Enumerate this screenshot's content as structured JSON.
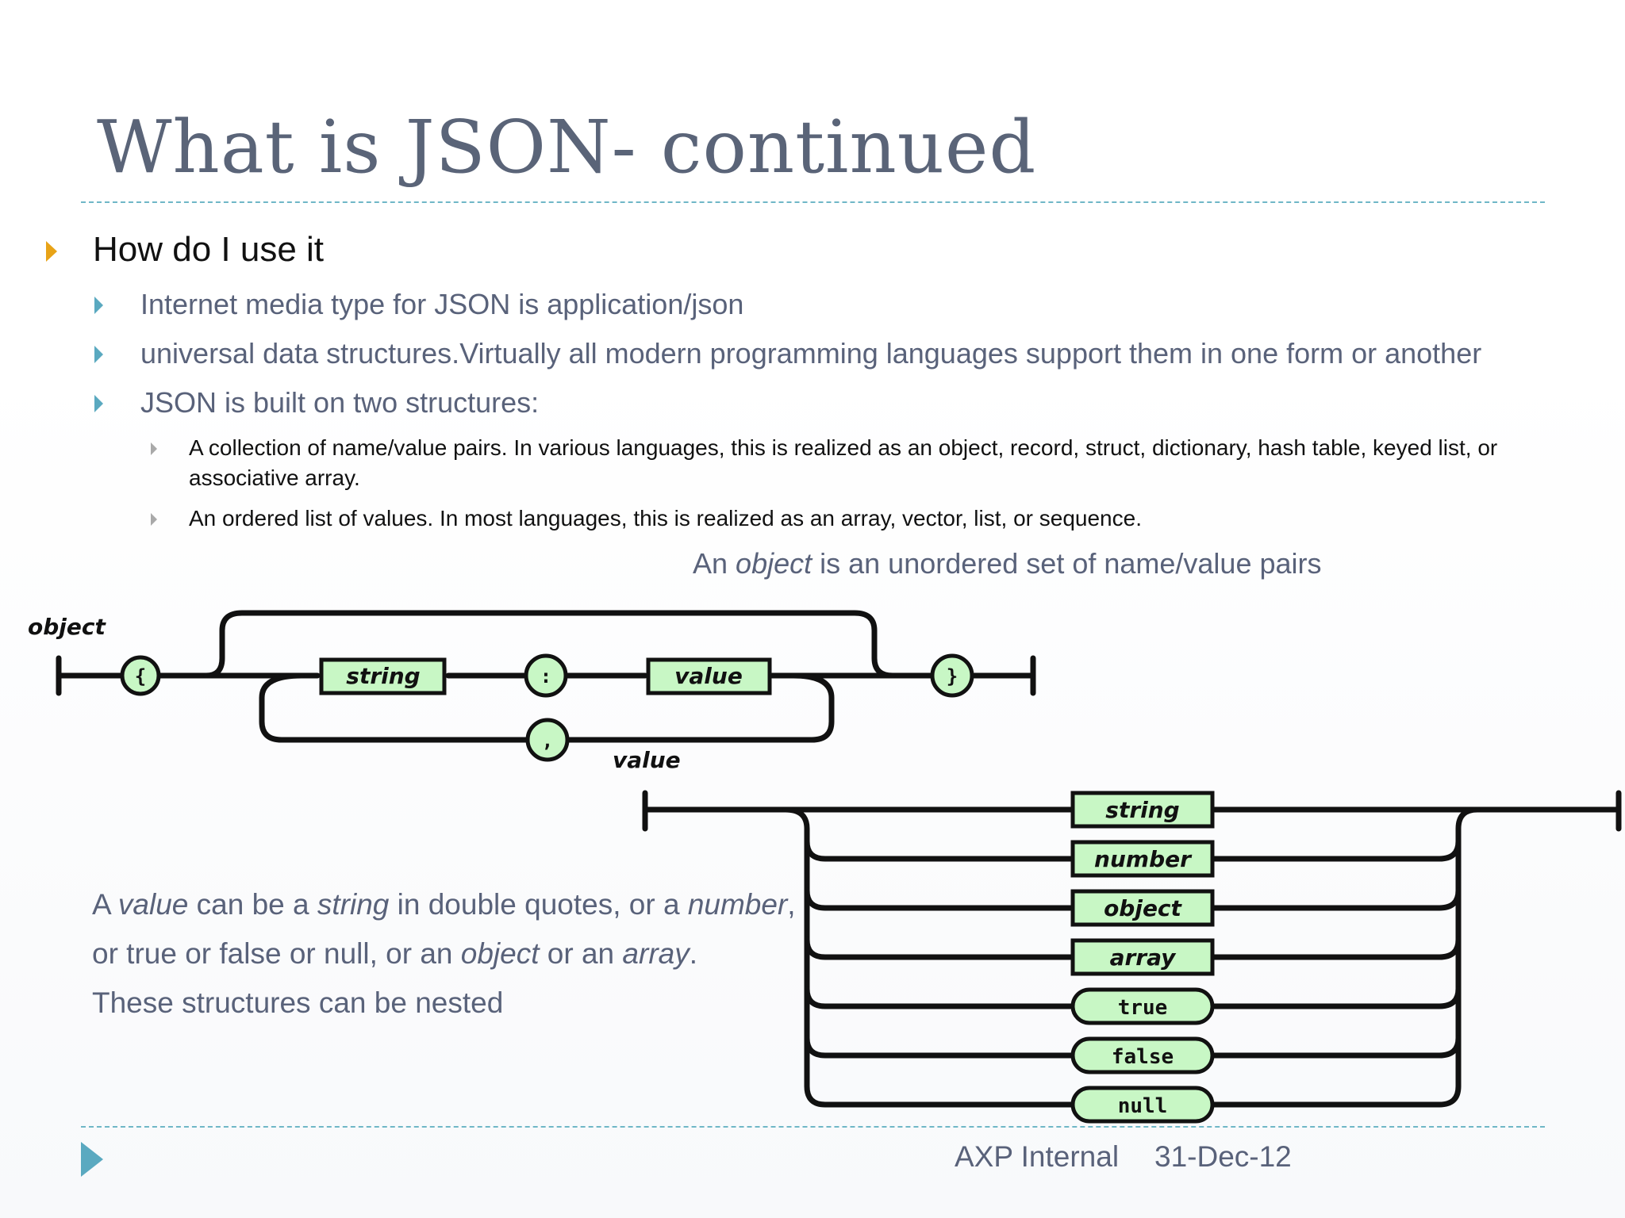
{
  "slide": {
    "title": "What is JSON- continued",
    "level1": "How do I use it",
    "level2": [
      "Internet media type for JSON is application/json",
      "universal data structures.Virtually all modern programming languages support them in one form or another",
      "JSON is built on two structures:"
    ],
    "level3": [
      "A collection of name/value pairs. In various languages, this is realized as an object, record, struct, dictionary, hash table, keyed list, or associative array.",
      "An ordered list of values. In most languages, this is realized as an array, vector, list, or sequence."
    ],
    "object_caption": {
      "pre": "An ",
      "em": "object",
      "post": " is an unordered set of name/value pairs"
    },
    "value_text": {
      "line1": [
        {
          "t": "A ",
          "i": false
        },
        {
          "t": "value",
          "i": true
        },
        {
          "t": " can be a ",
          "i": false
        },
        {
          "t": "string",
          "i": true
        },
        {
          "t": " in double quotes, or a ",
          "i": false
        },
        {
          "t": "number",
          "i": true
        },
        {
          "t": ",",
          "i": false
        }
      ],
      "line2": [
        {
          "t": "or true or false or null, or an ",
          "i": false
        },
        {
          "t": "object",
          "i": true
        },
        {
          "t": " or an ",
          "i": false
        },
        {
          "t": "array",
          "i": true
        },
        {
          "t": ".",
          "i": false
        }
      ],
      "line3": "These structures can be nested"
    },
    "footer": {
      "org": "AXP Internal",
      "date": "31-Dec-12"
    },
    "colors": {
      "title": "#5a6478",
      "rule": "#6fb7c7",
      "level1_arrow": "#e8a317",
      "level2_arrow": "#5aa9c0",
      "level3_arrow": "#a9a9a9",
      "node_fill": "#c8f7c5"
    }
  },
  "object_diagram": {
    "label": "object",
    "open_brace": "{",
    "close_brace": "}",
    "string_box": "string",
    "colon": ":",
    "value_box": "value",
    "comma": ","
  },
  "value_diagram": {
    "label": "value",
    "boxes": [
      "string",
      "number",
      "object",
      "array"
    ],
    "pills": [
      "true",
      "false",
      "null"
    ]
  }
}
